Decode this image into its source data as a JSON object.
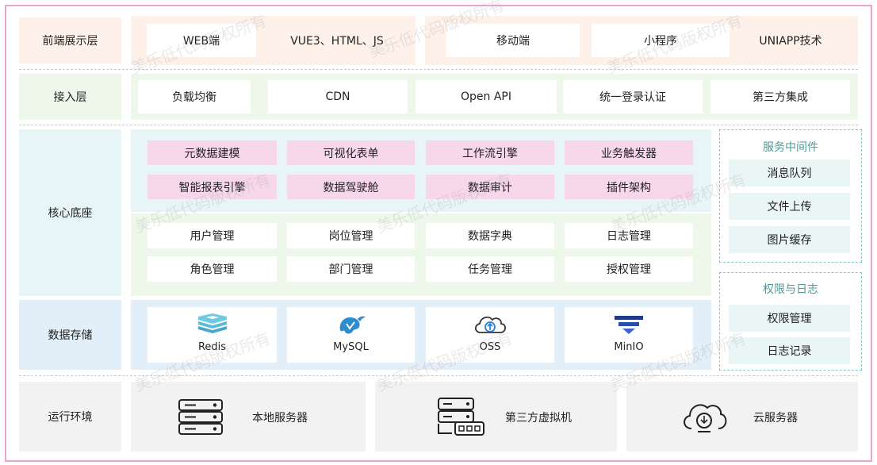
{
  "colors": {
    "frame_border": "#e8a6cf",
    "front_bg": "#fdf1ea",
    "access_bg": "#eef8ea",
    "core_bg": "#e7f5f7",
    "core_lower_bg": "#eef8ea",
    "storage_bg": "#e2eef8",
    "runtime_bg": "#f2f2f2",
    "pink_box": "#f7d7ea",
    "middleware_title": "#4b9a96"
  },
  "layers": {
    "frontend": {
      "label": "前端展示层",
      "items": [
        "WEB端",
        "VUE3、HTML、JS",
        "移动端",
        "小程序",
        "UNIAPP技术"
      ]
    },
    "access": {
      "label": "接入层",
      "items": [
        "负载均衡",
        "CDN",
        "Open API",
        "统一登录认证",
        "第三方集成"
      ]
    },
    "core": {
      "label": "核心底座",
      "engine_row1": [
        "元数据建模",
        "可视化表单",
        "工作流引擎",
        "业务触发器"
      ],
      "engine_row2": [
        "智能报表引擎",
        "数据驾驶舱",
        "数据审计",
        "插件架构"
      ],
      "mgmt_row1": [
        "用户管理",
        "岗位管理",
        "数据字典",
        "日志管理"
      ],
      "mgmt_row2": [
        "角色管理",
        "部门管理",
        "任务管理",
        "授权管理"
      ]
    },
    "middleware": {
      "title": "服务中间件",
      "items": [
        "消息队列",
        "文件上传",
        "图片缓存"
      ]
    },
    "auth_log": {
      "title": "权限与日志",
      "items": [
        "权限管理",
        "日志记录"
      ]
    },
    "storage": {
      "label": "数据存储",
      "items": [
        {
          "name": "Redis",
          "icon": "redis-icon"
        },
        {
          "name": "MySQL",
          "icon": "mysql-icon"
        },
        {
          "name": "OSS",
          "icon": "cloud-upload-icon"
        },
        {
          "name": "MinIO",
          "icon": "minio-icon"
        }
      ]
    },
    "runtime": {
      "label": "运行环境",
      "items": [
        {
          "name": "本地服务器",
          "icon": "server-icon"
        },
        {
          "name": "第三方虚拟机",
          "icon": "virtual-machine-icon"
        },
        {
          "name": "云服务器",
          "icon": "cloud-server-icon"
        }
      ]
    }
  },
  "watermark": "美乐低代码版权所有"
}
